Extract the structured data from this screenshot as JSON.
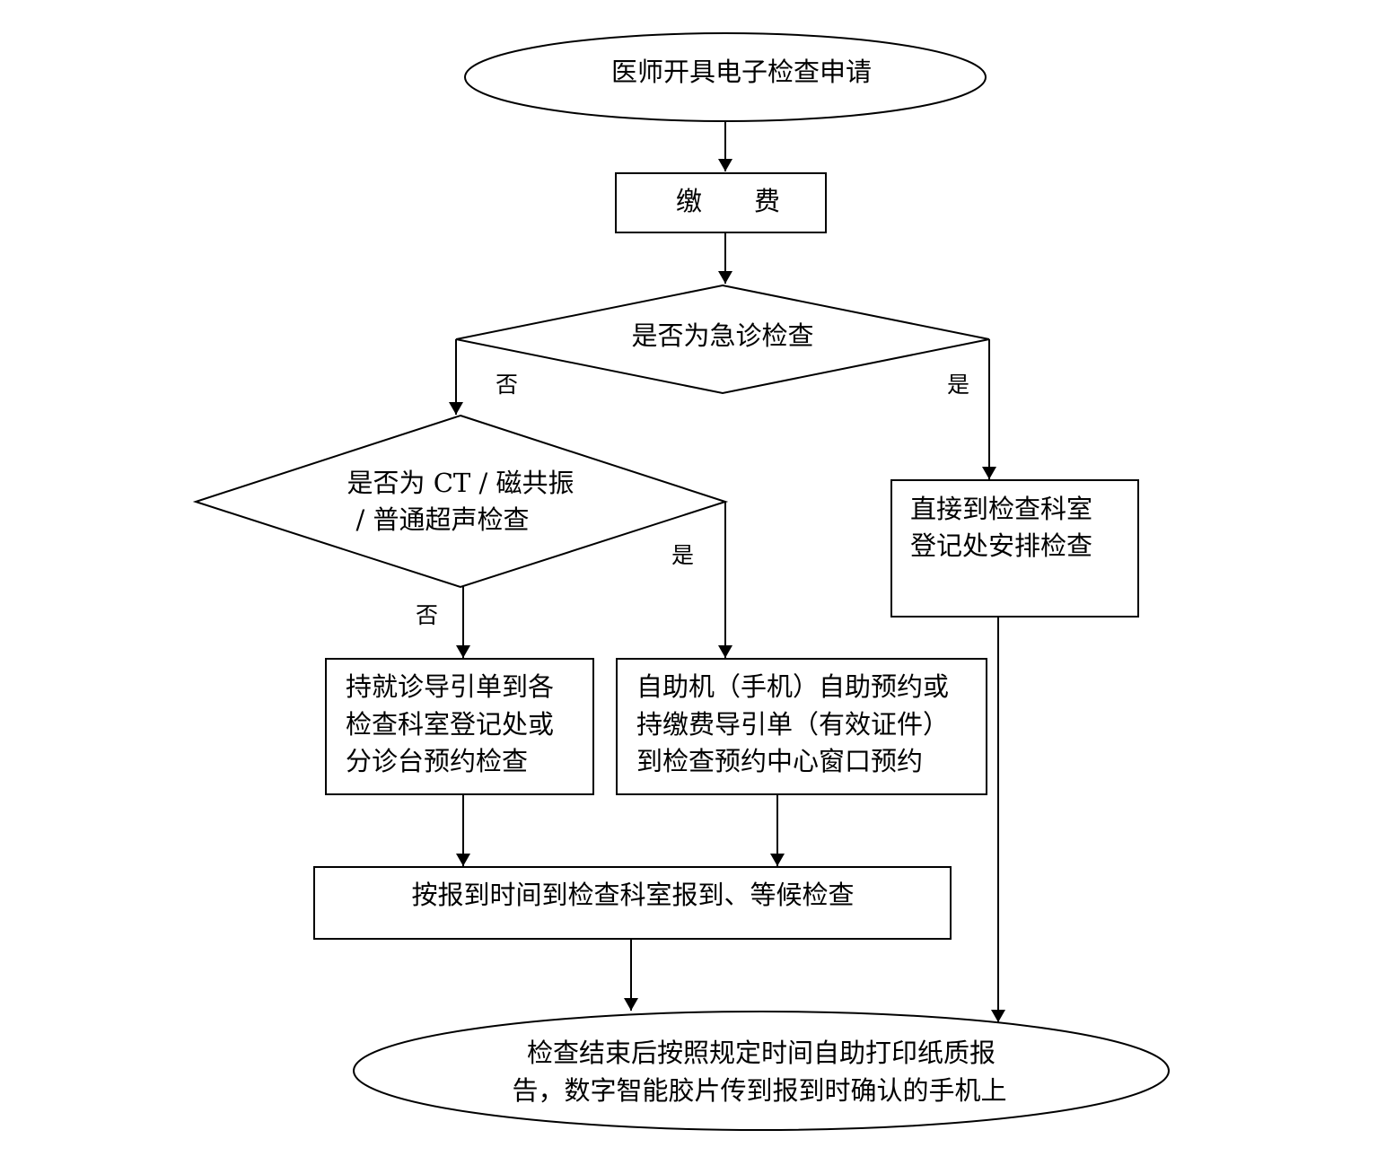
{
  "nodes": {
    "start": {
      "lines": [
        "医师开具电子检查申请"
      ]
    },
    "payment": {
      "lines": [
        "缴　　费"
      ]
    },
    "emergency_decision": {
      "lines": [
        "是否为急诊检查"
      ]
    },
    "ct_mri_decision": {
      "lines": [
        "是否为 CT / 磁共振",
        "/ 普通超声检查"
      ]
    },
    "direct_registration": {
      "lines": [
        "直接到检查科室",
        "登记处安排检查"
      ]
    },
    "dept_booking": {
      "lines": [
        "持就诊导引单到各",
        "检查科室登记处或",
        "分诊台预约检查"
      ]
    },
    "self_service_booking": {
      "lines": [
        "自助机（手机）自助预约或",
        "持缴费导引单（有效证件）",
        "到检查预约中心窗口预约"
      ]
    },
    "check_in": {
      "lines": [
        "按报到时间到检查科室报到、等候检查"
      ]
    },
    "end": {
      "lines": [
        "检查结束后按照规定时间自助打印纸质报",
        "告，数字智能胶片传到报到时确认的手机上"
      ]
    }
  },
  "edge_labels": {
    "emergency_no": "否",
    "emergency_yes": "是",
    "ct_yes": "是",
    "ct_no": "否"
  }
}
